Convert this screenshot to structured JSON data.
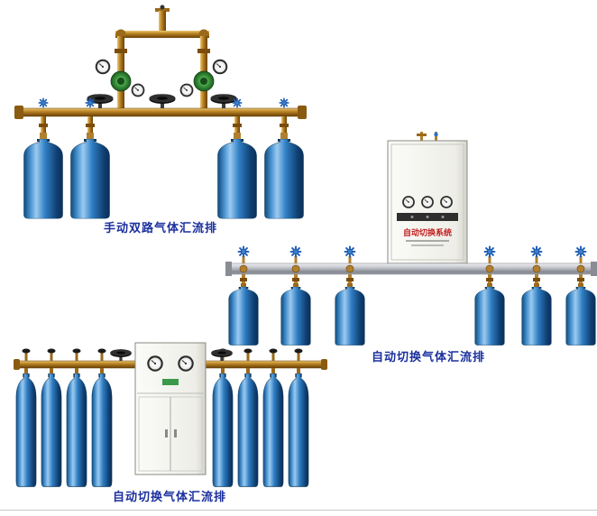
{
  "page": {
    "background": "#ffffff"
  },
  "figures": [
    {
      "id": "manual-dual-manifold",
      "caption": "手动双路气体汇流排",
      "cylinders": 4
    },
    {
      "id": "auto-switch-rail",
      "caption": "自动切换气体汇流排",
      "cabinet_label": "自动切换系统",
      "cylinders": 6
    },
    {
      "id": "auto-switch-cabinet",
      "caption": "自动切换气体汇流排",
      "cylinders": 8
    }
  ],
  "colors": {
    "caption_text": "#1b2f9e",
    "brass": "#b5791f",
    "cylinder_blue": "#2f7ec4",
    "cabinet": "#f2f2ee",
    "cabinet_label_red": "#c02020",
    "rail_gray": "#a8aab2",
    "background": "#ffffff"
  }
}
